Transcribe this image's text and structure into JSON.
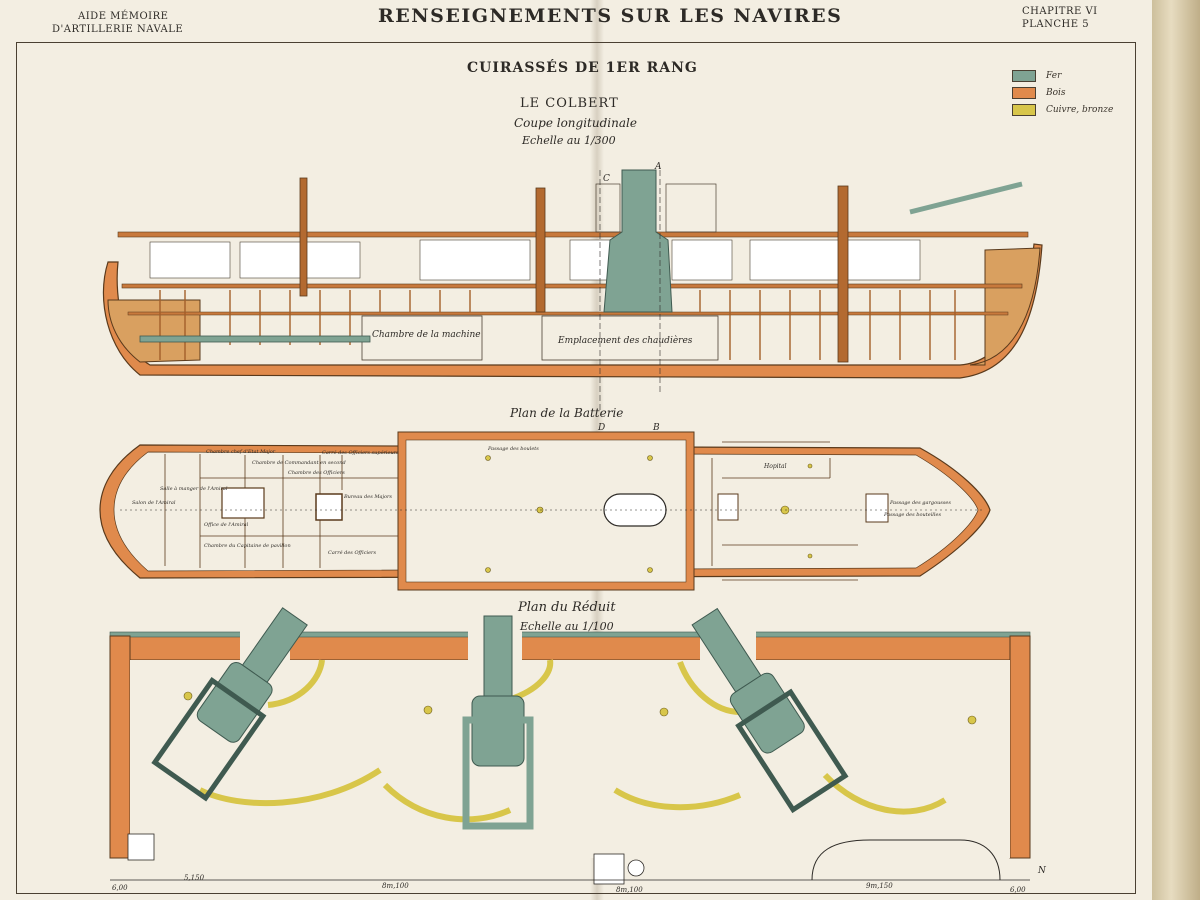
{
  "header": {
    "left_line1": "AIDE MÉMOIRE",
    "left_line2": "D'ARTILLERIE NAVALE",
    "title": "RENSEIGNEMENTS SUR LES NAVIRES",
    "right_line1": "CHAPITRE VI",
    "right_line2": "PLANCHE 5"
  },
  "plate": {
    "heading": "CUIRASSÉS DE 1ER RANG",
    "ship_name": "LE COLBERT",
    "subtitle": "Coupe longitudinale",
    "scale_top": "Echelle au 1/300"
  },
  "legend": [
    {
      "label": "Fer",
      "color": "#7fa393"
    },
    {
      "label": "Bois",
      "color": "#e08a4c"
    },
    {
      "label": "Cuivre, bronze",
      "color": "#d8c64a"
    }
  ],
  "section_labels": {
    "mark_a": "A",
    "mark_b": "B",
    "mark_c": "C",
    "mark_d": "D",
    "machine_room": "Chambre de la machine",
    "boiler_space": "Emplacement des chaudières"
  },
  "battery_plan": {
    "title": "Plan de la Batterie",
    "rooms": [
      "Chambre chef d'Etat Major",
      "Chambre de Commandant en second",
      "Chambre des Officiers",
      "Carré des Officiers supérieurs",
      "Salon de l'Amiral",
      "Salle à manger de l'Amiral",
      "Office de l'Amiral",
      "Bureau des Majors",
      "Chambre du Capitaine de pavillon",
      "Carré des Officiers",
      "Passage des boulets",
      "Hopital",
      "Passage des bouteilles",
      "Passage des gargousses"
    ]
  },
  "reduit_plan": {
    "title": "Plan du Réduit",
    "scale": "Echelle au 1/100",
    "dimensions": [
      "6,00",
      "5,150",
      "8m,100",
      "8m,100",
      "9m,150",
      "6,00"
    ],
    "north": "N"
  },
  "colors": {
    "iron": "#7fa393",
    "wood": "#e08a4c",
    "bronze": "#d8c64a",
    "paper": "#f3eee2",
    "ink": "#2d2a26"
  }
}
